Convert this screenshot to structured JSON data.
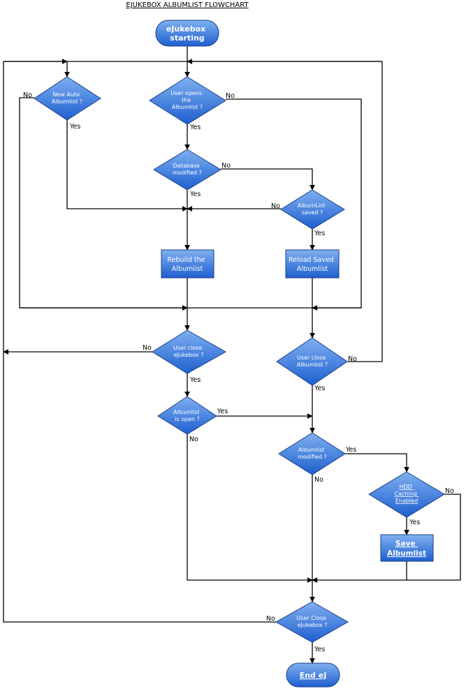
{
  "title": "EJUKEBOX ALBUMLIST FLOWCHART",
  "nodes": {
    "start": [
      "eJukebox",
      "starting"
    ],
    "new_auto": [
      "New Auto",
      "Albumlist ?"
    ],
    "user_opens": [
      "User opens",
      "the",
      "Albumlist ?"
    ],
    "db_modified": [
      "Database",
      "modified ?"
    ],
    "albumlist_saved": [
      "AlbumList",
      "saved ?"
    ],
    "rebuild": [
      "Rebuild the",
      "Albumlist"
    ],
    "reload": [
      "Reload Saved",
      "Albumlist"
    ],
    "user_close_ej": [
      "User close",
      "eJukebox ?"
    ],
    "user_close_al": [
      "User close",
      "Albumlist ?"
    ],
    "al_is_open": [
      "Albumlist",
      "is open ?"
    ],
    "al_modified": [
      "Albumlist",
      "modified ?"
    ],
    "hdd": [
      "HDD",
      "Caching",
      "Enabled"
    ],
    "save": [
      "Save",
      "Albumlist"
    ],
    "user_close_final": [
      "User Close",
      "eJukebox ?"
    ],
    "end": [
      "End eJ"
    ]
  },
  "labels": {
    "yes": "Yes",
    "no": "No"
  },
  "colors": {
    "shape_top": "#7fb0f0",
    "shape_bottom": "#1e5fd0",
    "shape_border": "#1a3f86"
  }
}
